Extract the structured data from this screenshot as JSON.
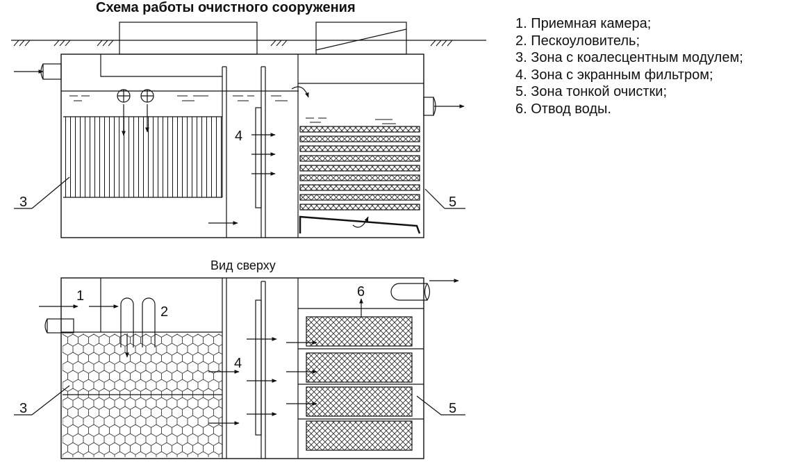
{
  "title": "Схема работы очистного сооружения",
  "legend": [
    "1. Приемная камера;",
    "2. Пескоуловитель;",
    "3. Зона с коалесцентным модулем;",
    "4. Зона с экранным фильтром;",
    "5. Зона тонкой очистки;",
    "6. Отвод воды."
  ],
  "top_view_label": "Вид сверху",
  "side_view": {
    "labels": [
      "3",
      "4",
      "5"
    ]
  },
  "top_view": {
    "labels": [
      "1",
      "2",
      "3",
      "4",
      "5",
      "6"
    ]
  },
  "colors": {
    "stroke": "#111111",
    "background": "#ffffff"
  }
}
